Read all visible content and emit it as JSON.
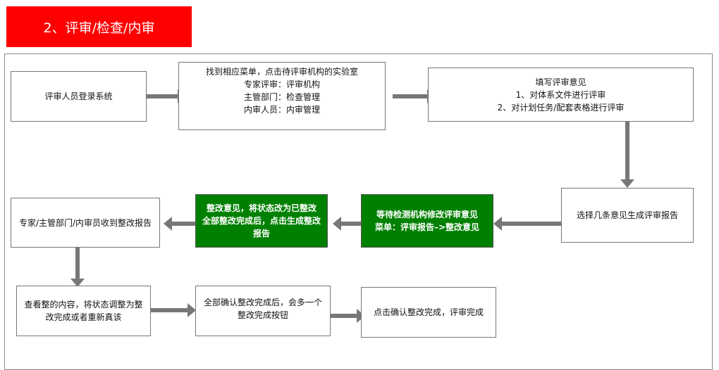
{
  "title": "2、评审/检查/内审",
  "steps": {
    "login": [
      "评审人员登录系统"
    ],
    "find_menu": [
      "找到相应菜单，点击待评审机构的实验室",
      "专家评审：评审机构",
      "主管部门：检查管理",
      "内审人员：内审管理"
    ],
    "fill_opinion": [
      "填写评审意见",
      "1、对体系文件进行评审",
      "2、对计划任务/配套表格进行评审"
    ],
    "gen_report": [
      "选择几条意见生成评审报告"
    ],
    "wait_modify": [
      "等待检测机构修改评审意见",
      "菜单：评审报告–>整改意见"
    ],
    "rectify": [
      "整改意见，将状态改为已整改",
      "全部整改完成后，点击生成整改",
      "报告"
    ],
    "receive": [
      "专家/主管部门/内审员收到整改报告"
    ],
    "check": [
      "查看整的内容，将状态调整为整",
      "改完成或者重新真该"
    ],
    "confirm_all": [
      "全部确认整改完成后，会多一个",
      "整改完成按钮"
    ],
    "finish": [
      "点击确认整改完成，评审完成"
    ]
  },
  "colors": {
    "title_bg": "#ff0000",
    "green": "#008000",
    "arrow": "#777777"
  }
}
